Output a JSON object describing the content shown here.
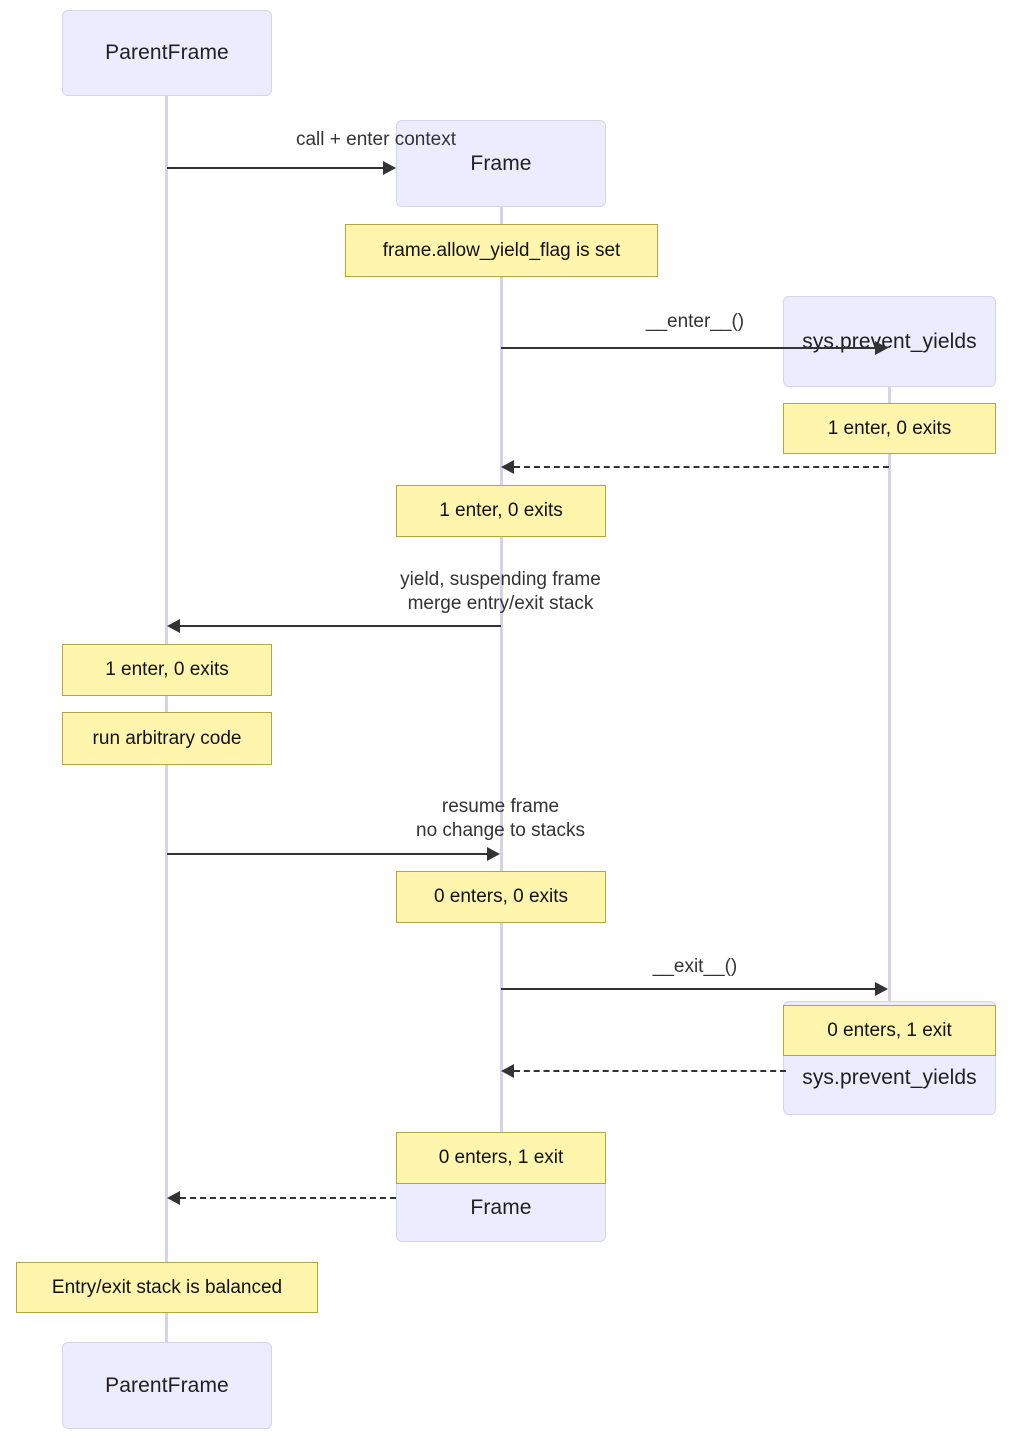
{
  "diagram": {
    "type": "sequence-diagram",
    "title": "",
    "background_color": "#ffffff",
    "actor_fill": "#ECECFF",
    "actor_stroke": "#d5d5f0",
    "note_fill": "#FFF5AD",
    "note_stroke": "#b5a642",
    "line_color": "#333333",
    "lifeline_color": "#d6d2ec"
  },
  "participants": [
    {
      "id": "parent",
      "label": "ParentFrame"
    },
    {
      "id": "frame",
      "label": "Frame"
    },
    {
      "id": "sys",
      "label": "sys.prevent_yields"
    }
  ],
  "participants_bottom": [
    {
      "id": "parent",
      "label": "ParentFrame"
    },
    {
      "id": "frame",
      "label": "Frame"
    },
    {
      "id": "sys",
      "label": "sys.prevent_yields"
    }
  ],
  "messages": [
    {
      "id": "m1",
      "label": "call + enter context",
      "from": "parent",
      "to": "frame",
      "style": "solid",
      "direction": "right"
    },
    {
      "id": "m2",
      "label": "__enter__()",
      "from": "frame",
      "to": "sys",
      "style": "solid",
      "direction": "right"
    },
    {
      "id": "m3",
      "label": "",
      "from": "sys",
      "to": "frame",
      "style": "dashed",
      "direction": "left"
    },
    {
      "id": "m4",
      "label": "yield, suspending frame\nmerge entry/exit stack",
      "from": "frame",
      "to": "parent",
      "style": "solid",
      "direction": "left"
    },
    {
      "id": "m5",
      "label": "resume frame\nno change to stacks",
      "from": "parent",
      "to": "frame",
      "style": "solid",
      "direction": "right"
    },
    {
      "id": "m6",
      "label": "__exit__()",
      "from": "frame",
      "to": "sys",
      "style": "solid",
      "direction": "right"
    },
    {
      "id": "m7",
      "label": "",
      "from": "sys",
      "to": "frame",
      "style": "dashed",
      "direction": "left"
    },
    {
      "id": "m8",
      "label": "",
      "from": "frame",
      "to": "parent",
      "style": "dashed",
      "direction": "left"
    }
  ],
  "notes": [
    {
      "id": "n1",
      "over": "frame",
      "text": "frame.allow_yield_flag is set"
    },
    {
      "id": "n2",
      "over": "sys",
      "text": "1 enter, 0 exits"
    },
    {
      "id": "n3",
      "over": "frame",
      "text": "1 enter, 0 exits"
    },
    {
      "id": "n4",
      "over": "parent",
      "text": "1 enter, 0 exits"
    },
    {
      "id": "n5",
      "over": "parent",
      "text": "run arbitrary code"
    },
    {
      "id": "n6",
      "over": "frame",
      "text": "0 enters, 0 exits"
    },
    {
      "id": "n7",
      "over": "sys",
      "text": "0 enters, 1 exit"
    },
    {
      "id": "n8",
      "over": "frame",
      "text": "0 enters, 1 exit"
    },
    {
      "id": "n9",
      "over": "parent",
      "text": "Entry/exit stack is balanced"
    }
  ]
}
